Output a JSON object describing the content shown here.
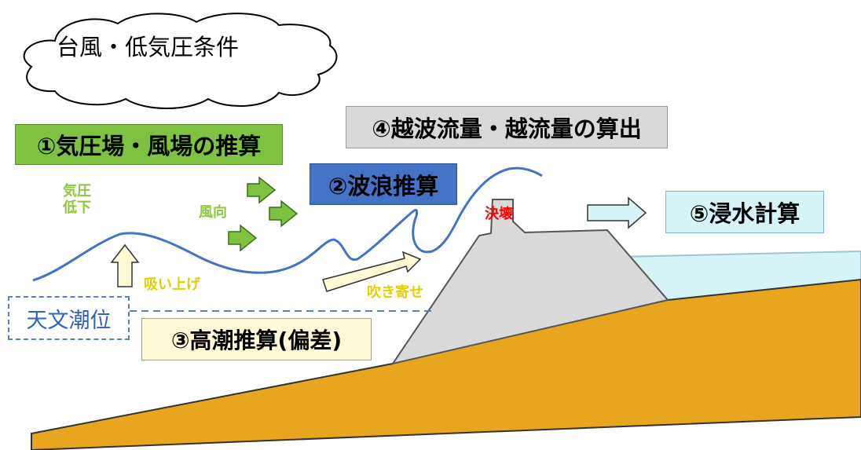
{
  "cloud": {
    "label": "台風・低気圧条件"
  },
  "boxes": {
    "pressure_wind": "①気圧場・風場の推算",
    "wave": "②波浪推算",
    "storm_surge": "③高潮推算(偏差)",
    "overtopping": "④越波流量・越流量の算出",
    "inundation": "⑤浸水計算",
    "astronomical_tide": "天文潮位"
  },
  "labels": {
    "pressure_drop_line1": "気圧",
    "pressure_drop_line2": "低下",
    "wind_direction": "風向",
    "suction": "吸い上げ",
    "wind_setup": "吹き寄せ",
    "breach": "決壊"
  },
  "colors": {
    "ground": "#e8a51f",
    "dike": "#d9d9d9",
    "water": "#d6f3f8",
    "water_line": "#4472c4",
    "wind_arrow": "#7fc241",
    "yellow_arrow": "#fff9d6",
    "cyan_arrow": "#d6f3f8"
  }
}
